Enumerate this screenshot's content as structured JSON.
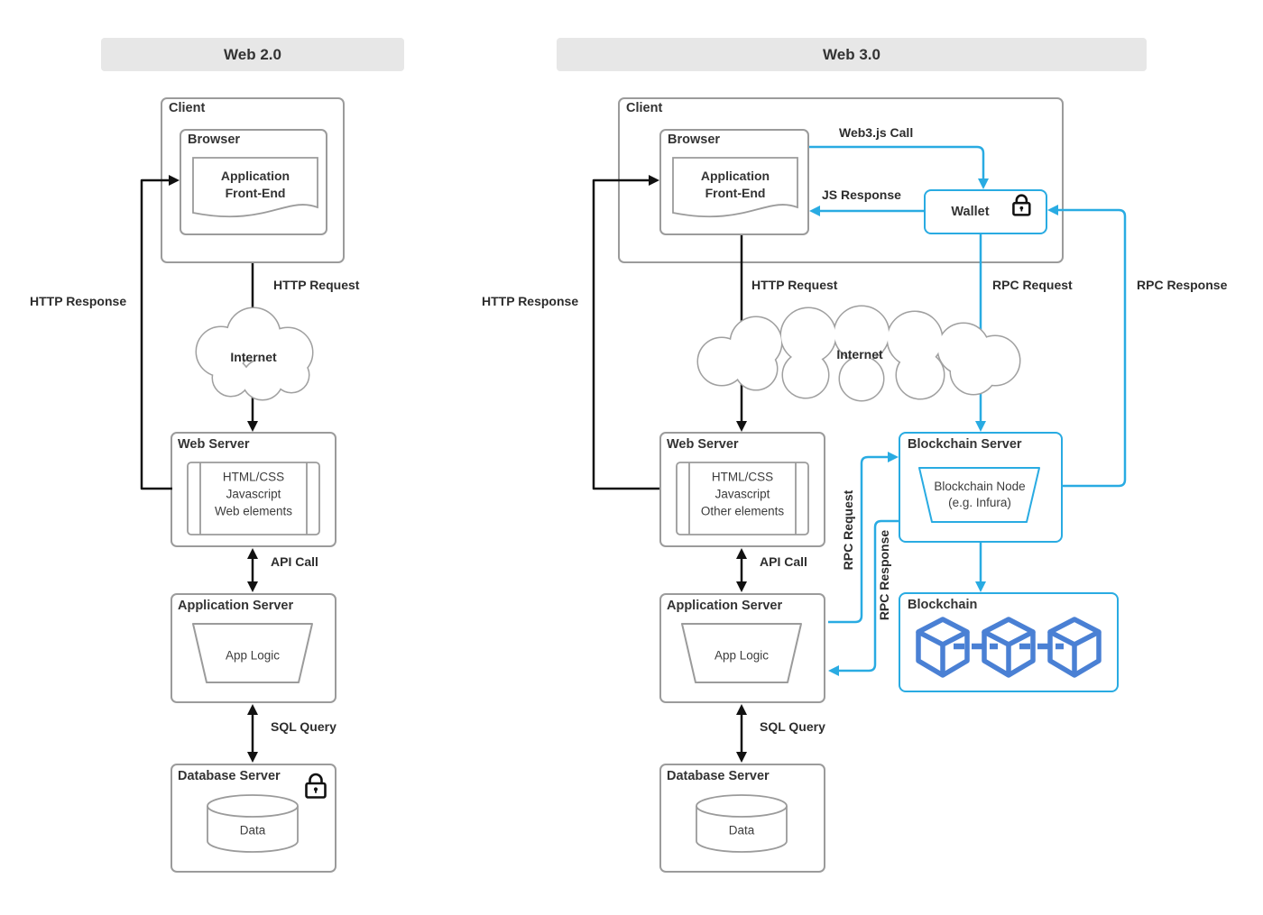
{
  "colors": {
    "accent_blue": "#29abe2",
    "cube_blue": "#4a80d4",
    "connector_black": "#111111",
    "box_border_gray": "#9b9b9b",
    "header_bg": "#e7e7e7"
  },
  "icons": {
    "lock": "lock-icon",
    "internet_cloud": "cloud-shape",
    "blockchain_chain": "cube-chain-icon"
  },
  "web2": {
    "header": "Web 2.0",
    "client_label": "Client",
    "browser_label": "Browser",
    "app_front_end": "Application Front-End",
    "internet": "Internet",
    "web_server_label": "Web Server",
    "web_server_contents": [
      "HTML/CSS",
      "Javascript",
      "Web elements"
    ],
    "app_server_label": "Application Server",
    "app_logic": "App Logic",
    "db_server_label": "Database Server",
    "data_label": "Data",
    "arrows": {
      "http_request": "HTTP Request",
      "http_response": "HTTP Response",
      "api_call": "API Call",
      "sql_query": "SQL Query"
    }
  },
  "web3": {
    "header": "Web 3.0",
    "client_label": "Client",
    "browser_label": "Browser",
    "app_front_end": "Application Front-End",
    "wallet_label": "Wallet",
    "internet": "Internet",
    "web_server_label": "Web Server",
    "web_server_contents": [
      "HTML/CSS",
      "Javascript",
      "Other elements"
    ],
    "app_server_label": "Application Server",
    "app_logic": "App Logic",
    "db_server_label": "Database Server",
    "data_label": "Data",
    "blockchain_server_label": "Blockchain Server",
    "blockchain_node_lines": [
      "Blockchain Node",
      "(e.g. Infura)"
    ],
    "blockchain_label": "Blockchain",
    "arrows": {
      "web3js_call": "Web3.js Call",
      "js_response": "JS Response",
      "http_request": "HTTP Request",
      "http_response": "HTTP Response",
      "rpc_request": "RPC Request",
      "rpc_response": "RPC Response",
      "rpc_request_side": "RPC Request",
      "rpc_response_side": "RPC Response",
      "api_call": "API Call",
      "sql_query": "SQL Query"
    }
  }
}
